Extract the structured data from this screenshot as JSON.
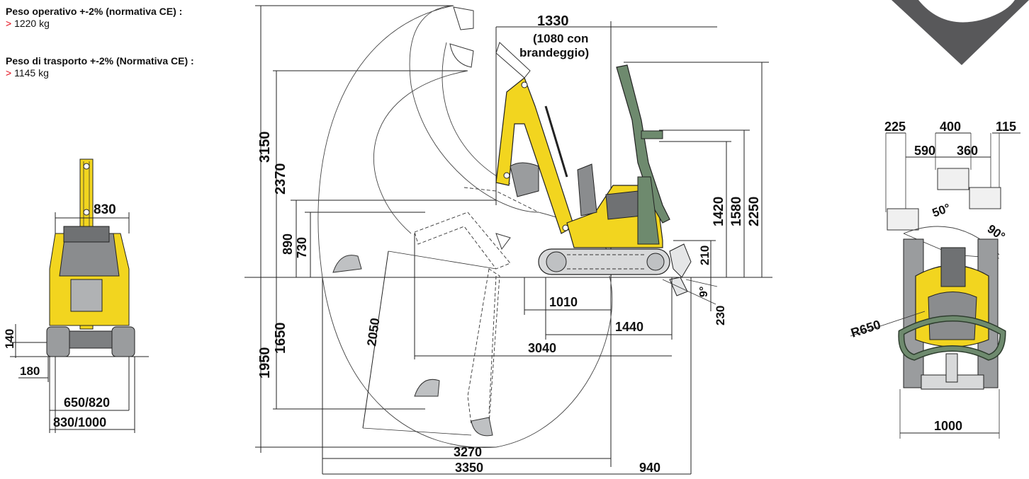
{
  "specs": {
    "operating_weight_label": "Peso operativo +-2% (normativa CE) :",
    "operating_weight_value": "1220 kg",
    "transport_weight_label": "Peso di trasporto +-2% (Normativa CE) :",
    "transport_weight_value": "1145 kg",
    "bullet": ">"
  },
  "colors": {
    "machine_yellow": "#f2d51f",
    "cab_green": "#6e8a6e",
    "badge_gray": "#58585a",
    "accent_red": "#e30613"
  },
  "front_view": {
    "width_top": "830",
    "ground_clearance": "140",
    "track_width": "180",
    "track_gauge": "650/820",
    "overall_width": "830/1000"
  },
  "side_view": {
    "reach_at_height": "1330",
    "reach_note_line1": "(1080 con",
    "reach_note_line2": "brandeggio)",
    "max_dig_height": "3150",
    "max_dump_height": "2370",
    "dim_890": "890",
    "dim_730": "730",
    "dig_depth": "1950",
    "dig_depth_vertical_wall": "1650",
    "dim_2050": "2050",
    "dim_1010": "1010",
    "dim_1440": "1440",
    "dim_3040": "3040",
    "dim_3270": "3270",
    "max_reach": "3350",
    "tail_940": "940",
    "height_1420": "1420",
    "height_1580": "1580",
    "height_2250": "2250",
    "blade_lift": "210",
    "blade_depth": "230",
    "angle_9": "9°"
  },
  "top_view": {
    "dim_225": "225",
    "dim_400": "400",
    "dim_115": "115",
    "dim_590": "590",
    "dim_360": "360",
    "angle_50": "50°",
    "angle_90": "90°",
    "radius": "R650",
    "width_1000": "1000"
  }
}
